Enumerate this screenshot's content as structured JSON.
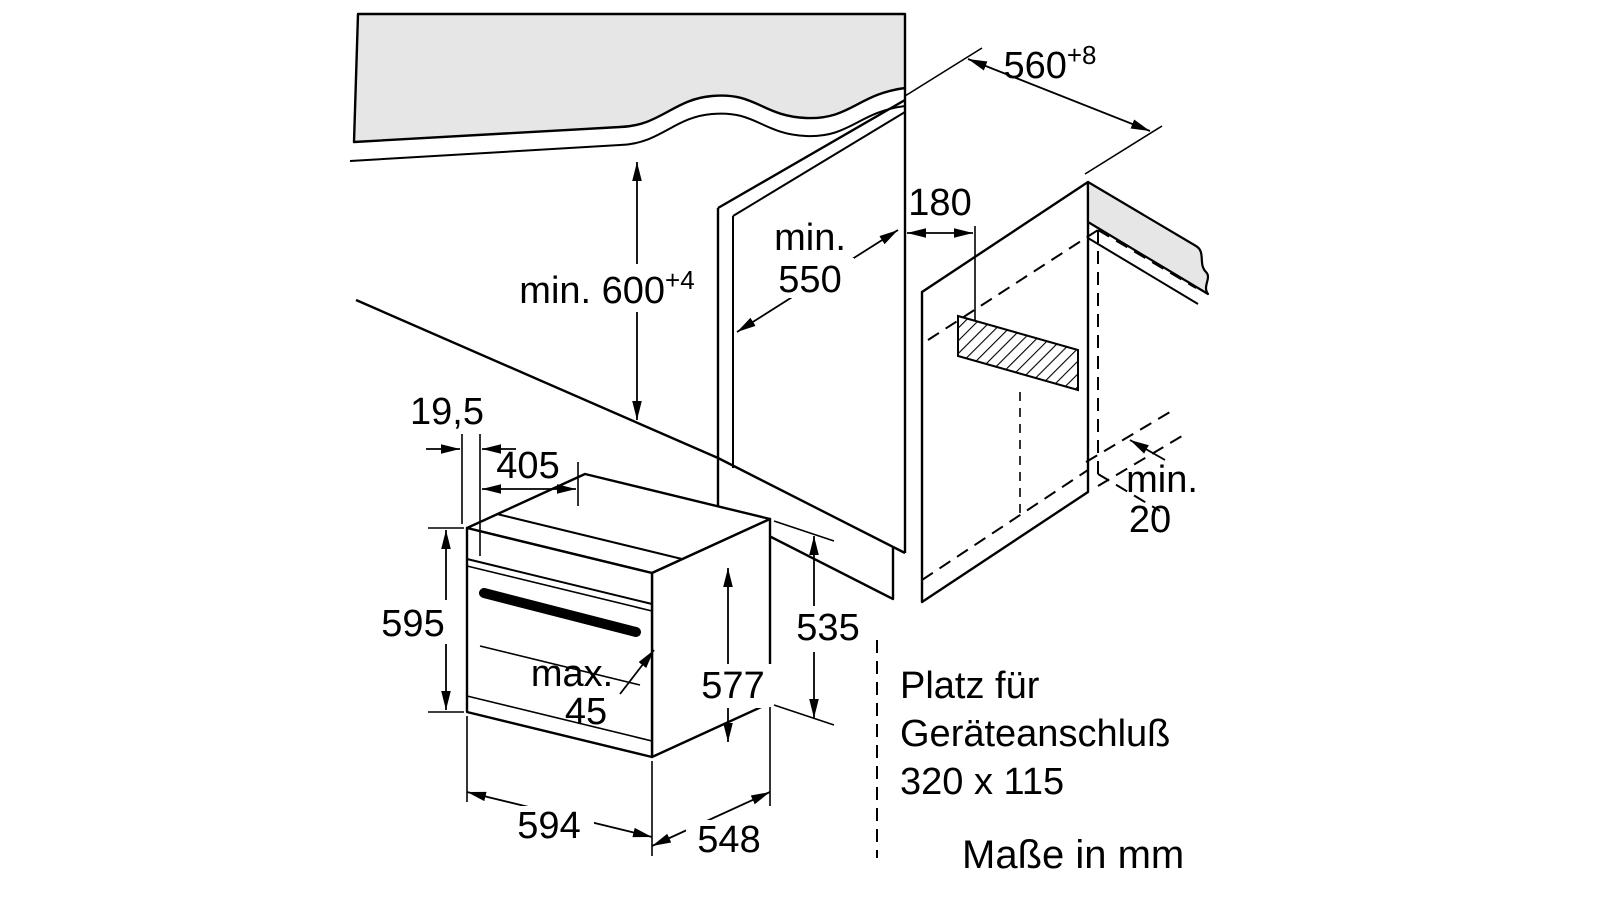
{
  "dims": {
    "niche_width": {
      "value": "560",
      "sup": "+8"
    },
    "niche_height": {
      "value": "min. 600",
      "sup": "+4"
    },
    "niche_depth": {
      "word": "min.",
      "value": "550"
    },
    "vent_offset": "180",
    "rear_gap": {
      "word": "min.",
      "value": "20"
    },
    "oven_height": "595",
    "oven_width": "594",
    "oven_depth": "548",
    "body_height": "535",
    "inner_height": "577",
    "top_depth": "405",
    "door_offset": "19,5",
    "handle": {
      "word": "max.",
      "value": "45"
    }
  },
  "notes": {
    "connection": [
      "Platz für",
      "Geräteanschluß",
      "320 x 115"
    ],
    "units": "Maße in mm"
  },
  "colors": {
    "line": "#000000",
    "surface_fill": "#e6e6e6",
    "background": "#ffffff"
  }
}
